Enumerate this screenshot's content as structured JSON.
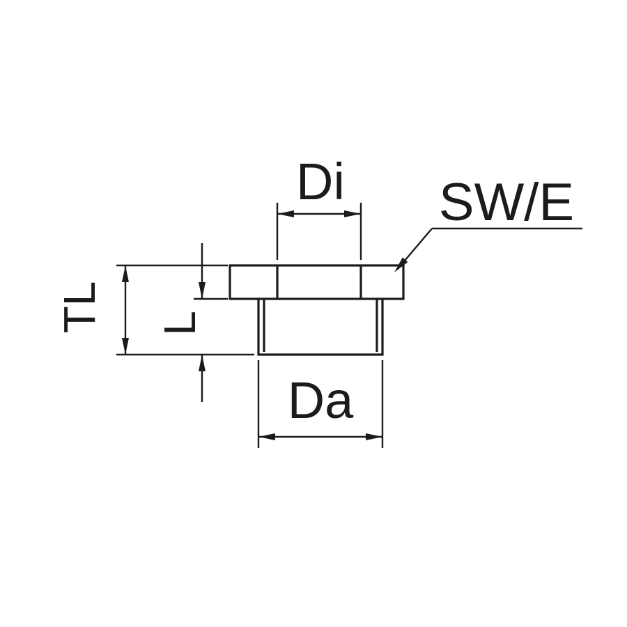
{
  "page": {
    "background_color": "#ffffff",
    "line_color": "#1b1b1b"
  },
  "labels": {
    "di": "Di",
    "swe": "SW/E",
    "tl": "TL",
    "l": "L",
    "da": "Da"
  }
}
